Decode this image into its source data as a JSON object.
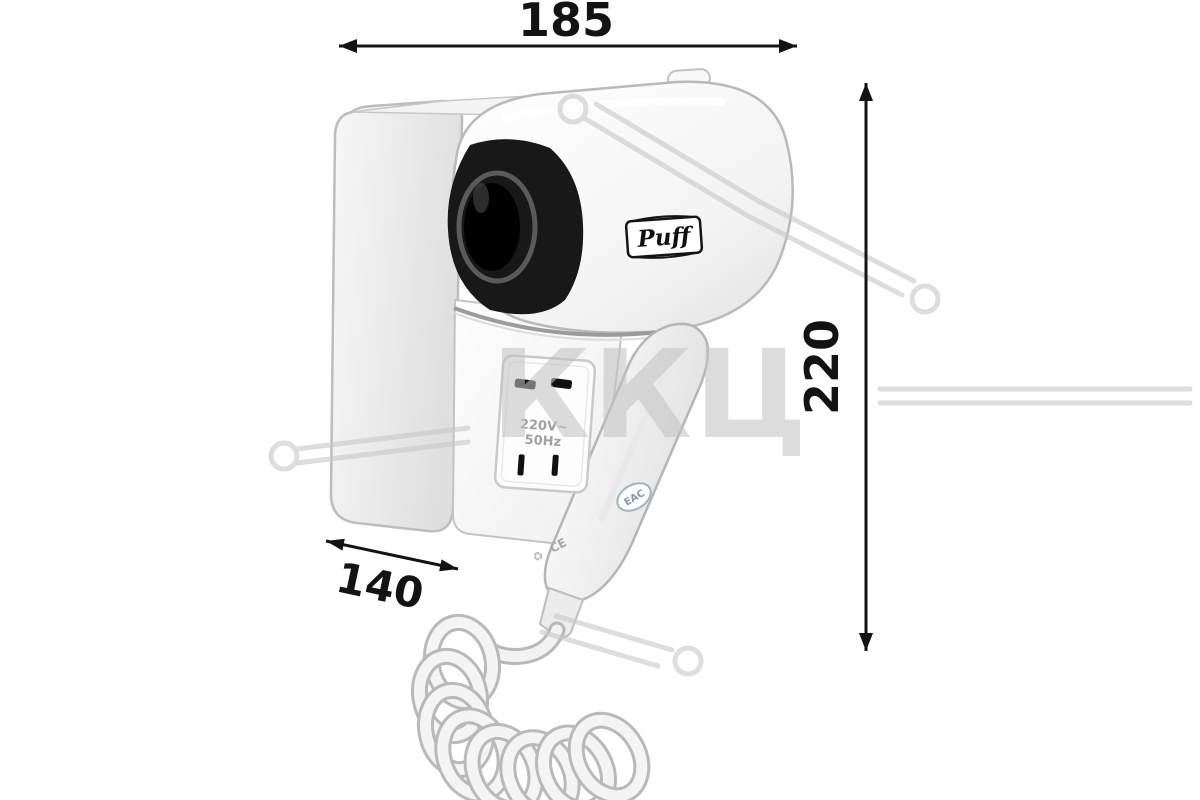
{
  "dimensions": {
    "width": "185",
    "height": "220",
    "depth": "140"
  },
  "product": {
    "brand": "Puff",
    "socket_line1": "220V~",
    "socket_line2": "50Hz",
    "eac": "ЕАС",
    "ce": "CE"
  },
  "icons": {
    "recycle": "♻"
  },
  "watermark": {
    "text": "ККЦ"
  },
  "colors": {
    "dimension_lines": "#131313",
    "watermark_gray": "#c9c9c9",
    "nozzle_dark": "#161616",
    "product_white": "#ffffff"
  }
}
